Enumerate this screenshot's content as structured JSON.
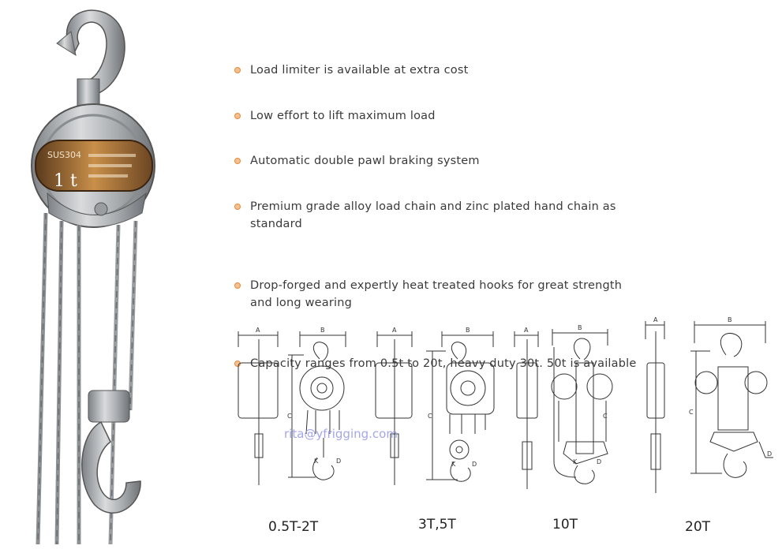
{
  "features": [
    "Load limiter is available at extra cost",
    "Low effort to lift maximum load",
    "Automatic double pawl braking system",
    "Premium grade alloy load chain and zinc  plated  hand  chain  as standard",
    "Drop-forged and expertly heat treated hooks  for  great  strength and long wearing",
    "Capacity ranges from 0.5t to 20t, heavy duty 30t. 50t is available"
  ],
  "product_photo": {
    "label_capacity": "1 t",
    "label_model": "SUS304"
  },
  "diagrams": {
    "captions": [
      "0.5T-2T",
      "3T,5T",
      "10T",
      "20T"
    ],
    "dimension_letters": {
      "a": "A",
      "b": "B",
      "c": "C",
      "d": "D",
      "k": "K"
    }
  },
  "watermark": "rita@yfrigging.com",
  "colors": {
    "bullet": "#e58a3a",
    "watermark": "#9a9ee8",
    "steel": "#b9bcbf"
  }
}
